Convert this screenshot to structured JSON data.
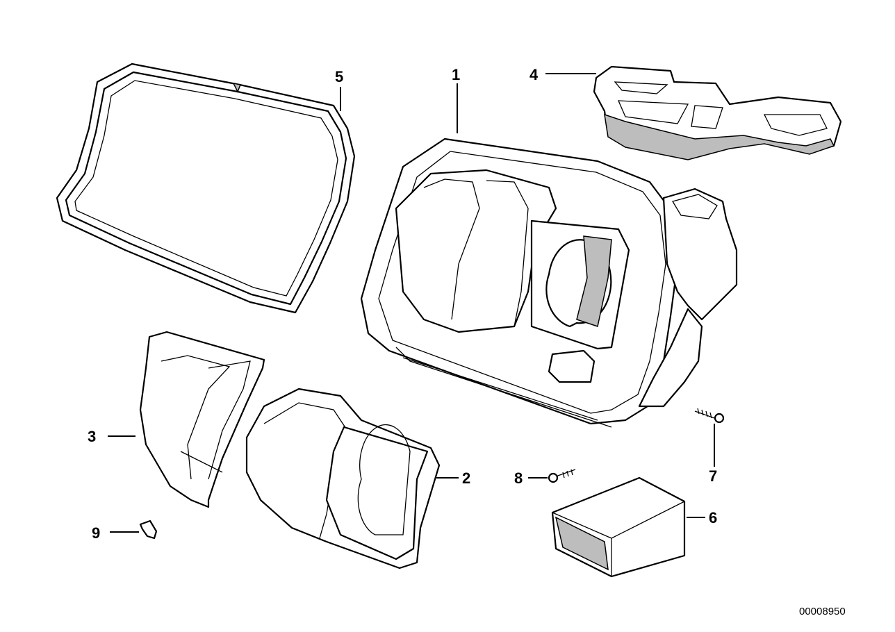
{
  "callouts": [
    {
      "id": "1",
      "label": "1"
    },
    {
      "id": "2",
      "label": "2"
    },
    {
      "id": "3",
      "label": "3"
    },
    {
      "id": "4",
      "label": "4"
    },
    {
      "id": "5",
      "label": "5"
    },
    {
      "id": "6",
      "label": "6"
    },
    {
      "id": "7",
      "label": "7"
    },
    {
      "id": "8",
      "label": "8"
    },
    {
      "id": "9",
      "label": "9"
    }
  ],
  "reference_number": "00008950"
}
